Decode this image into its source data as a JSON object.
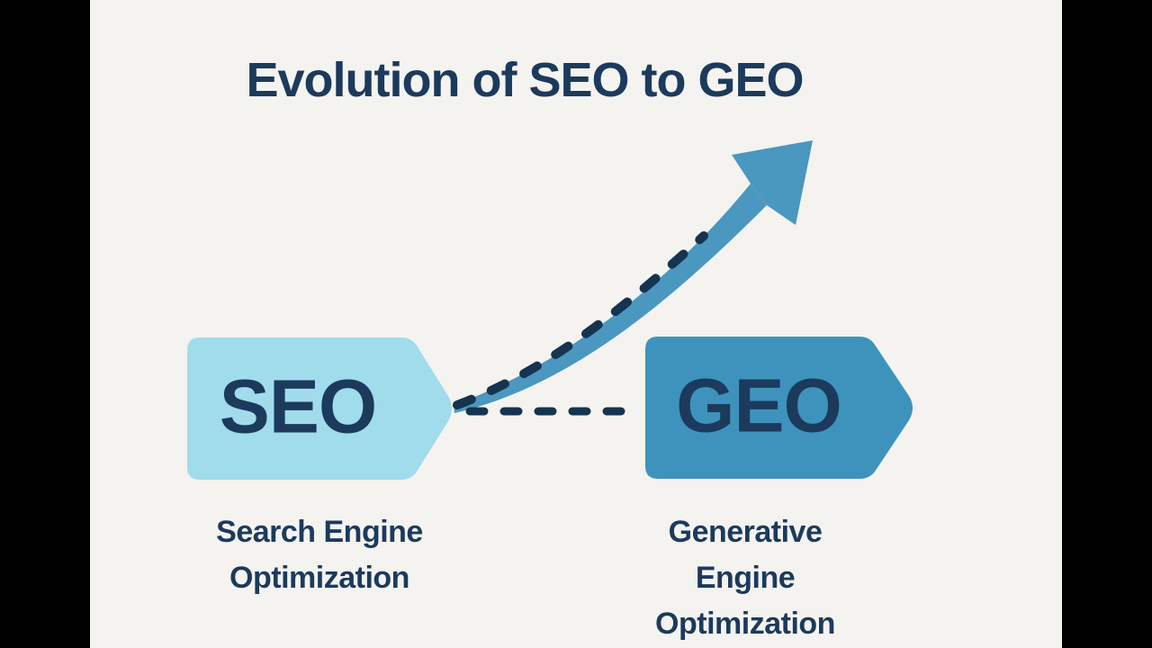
{
  "title": "Evolution of SEO to GEO",
  "seo": {
    "acronym": "SEO",
    "label": "Search Engine Optimization",
    "label_lines": [
      "Search Engine",
      "Optimization"
    ]
  },
  "geo": {
    "acronym": "GEO",
    "label": "Generative Engine Optimization",
    "label_lines": [
      "Generative",
      "Engine",
      "Optimization"
    ]
  },
  "icons": {
    "arrow": "growth-arrow-up-right",
    "connector": "dashed-line"
  },
  "colors": {
    "letterbox": "#000000",
    "background": "#f4f3f0",
    "navy": "#1c3a5c",
    "dash_navy": "#16334f",
    "light_blue": "#a0dcec",
    "geo_blue": "#3e93bd",
    "arrow_blue": "#4a97c0"
  }
}
